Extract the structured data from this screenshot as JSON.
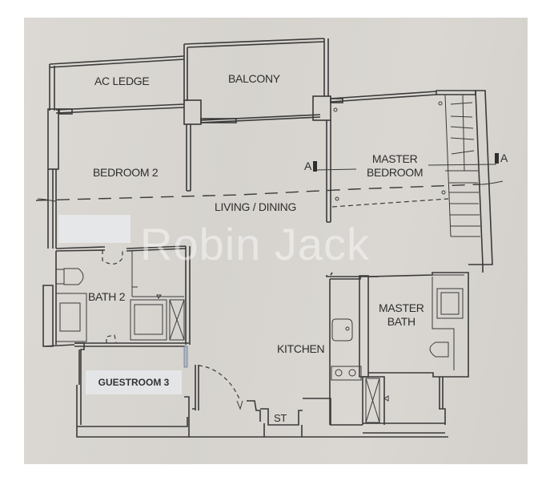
{
  "floor_plan": {
    "rooms": {
      "ac_ledge": "AC LEDGE",
      "balcony": "BALCONY",
      "bedroom_2": "BEDROOM 2",
      "living_dining": "LIVING / DINING",
      "master_bedroom_line1": "MASTER",
      "master_bedroom_line2": "BEDROOM",
      "bath_2": "BATH 2",
      "guestroom_3": "GUESTROOM 3",
      "kitchen": "KITCHEN",
      "master_bath_line1": "MASTER",
      "master_bath_line2": "BATH",
      "store": "ST"
    },
    "section_markers": {
      "left": "A",
      "right": "A"
    },
    "watermark": "Robin Jack",
    "colors": {
      "paper": "#d9d6d1",
      "lines": "#3a3a3a",
      "label_patch": "#e4e5e6"
    }
  }
}
